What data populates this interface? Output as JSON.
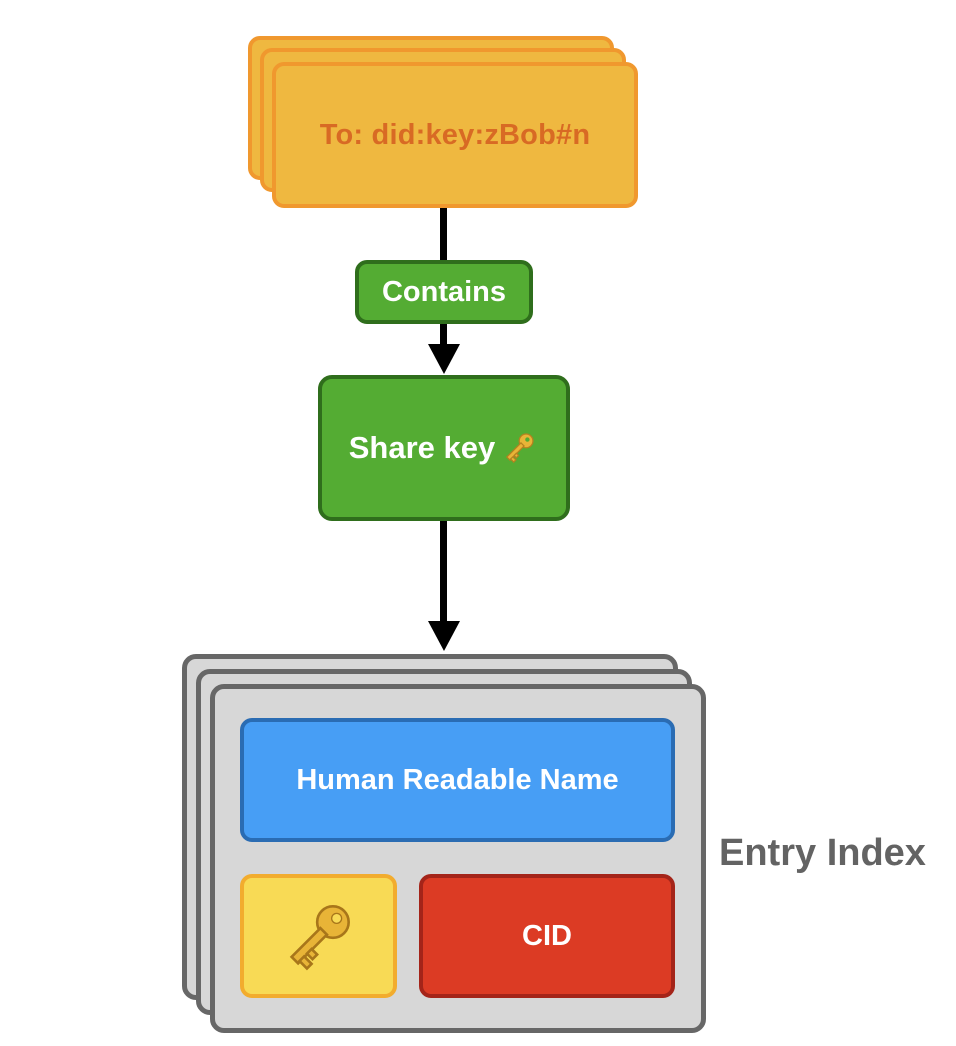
{
  "message": {
    "label": "To: did:key:zBob#n"
  },
  "edge": {
    "label": "Contains"
  },
  "share_key": {
    "label": "Share key",
    "icon": "key-icon"
  },
  "entry": {
    "name_field": "Human Readable Name",
    "key_icon": "key-icon",
    "cid_field": "CID",
    "index_label": "Entry Index"
  },
  "colors": {
    "message_fill": "#efb840",
    "message_border": "#f0982e",
    "message_text": "#d86a24",
    "green_fill": "#54ac33",
    "green_border": "#2f6e1c",
    "card_fill": "#d7d7d7",
    "card_border": "#676767",
    "blue_fill": "#479ef5",
    "yellow_fill": "#f8da55",
    "red_fill": "#dc3b24"
  }
}
